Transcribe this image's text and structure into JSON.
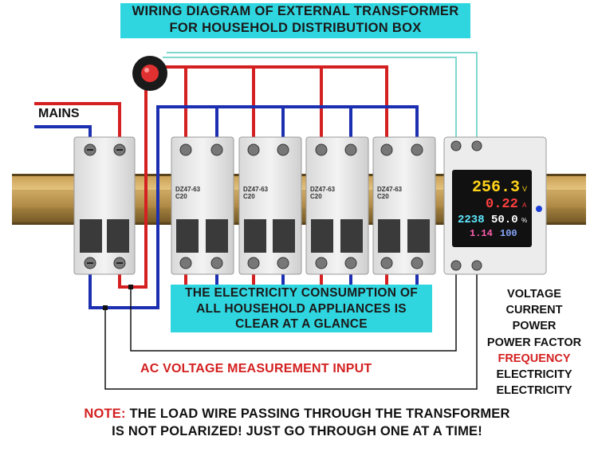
{
  "title": {
    "line1": "WIRING DIAGRAM OF EXTERNAL TRANSFORMER",
    "line2": "FOR HOUSEHOLD DISTRIBUTION BOX"
  },
  "mains_label": "MAINS",
  "consumption_banner": {
    "line1": "THE ELECTRICITY CONSUMPTION OF",
    "line2": "ALL HOUSEHOLD APPLIANCES IS",
    "line3": "CLEAR AT A GLANCE"
  },
  "ac_label": "AC VOLTAGE MEASUREMENT INPUT",
  "measurements": [
    "VOLTAGE",
    "CURRENT",
    "POWER",
    "POWER FACTOR",
    "FREQUENCY",
    "ELECTRICITY",
    "ELECTRICITY"
  ],
  "note": {
    "prefix": "NOTE:",
    "line1": "THE LOAD WIRE PASSING THROUGH THE TRANSFORMER",
    "line2": "IS NOT POLARIZED! JUST GO THROUGH ONE AT A TIME!"
  },
  "breaker": {
    "model": "DZ47-63",
    "rating": "C20"
  },
  "meter": {
    "voltage_reading": "256.3",
    "voltage_unit": "V",
    "current_reading": "0.22",
    "current_unit": "A",
    "power_reading": "2238",
    "pf_reading": "50.0",
    "pf_unit": "%",
    "energy_reading": "1.14",
    "freq_reading": "100"
  },
  "colors": {
    "banner": "#2fd6e0",
    "live_wire": "#d42020",
    "neutral_wire": "#1b2fb0",
    "sensor_wire": "#7fd8d0",
    "accent_red": "#d42020"
  }
}
